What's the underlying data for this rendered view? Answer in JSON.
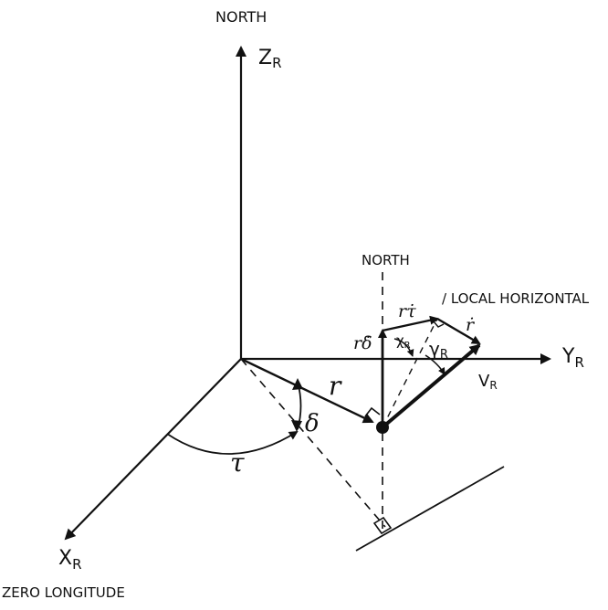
{
  "labels": {
    "north_top": "NORTH",
    "z_axis": "Z",
    "z_sub": "R",
    "north_local": "NORTH",
    "local_horizontal": "/ LOCAL HORIZONTAL",
    "y_axis": "Y",
    "y_sub": "R",
    "x_axis": "X",
    "x_sub": "R",
    "zero_longitude": "ZERO LONGITUDE",
    "r": "r",
    "delta": "δ",
    "tau": "τ",
    "r_tau_dot": "rτ̇",
    "r_delta_dot": "rδ̇",
    "r_dot": "ṙ",
    "chi": "χ",
    "chi_sub": "R",
    "gamma": "γ",
    "gamma_sub": "R",
    "v": "V",
    "v_sub": "R"
  },
  "colors": {
    "ink": "#111111",
    "background": "#ffffff"
  }
}
